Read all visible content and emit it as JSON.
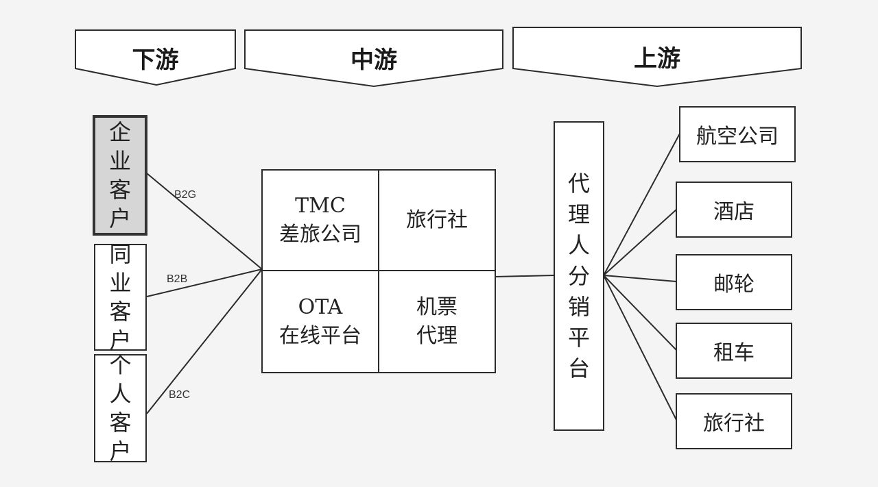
{
  "banners": {
    "downstream": "下游",
    "midstream": "中游",
    "upstream": "上游"
  },
  "downstream_nodes": [
    {
      "label": "企业客户",
      "chars": [
        "企",
        "业",
        "客",
        "户"
      ],
      "highlighted": true
    },
    {
      "label": "同业客户",
      "chars": [
        "同",
        "业",
        "客",
        "户"
      ],
      "highlighted": false
    },
    {
      "label": "个人客户",
      "chars": [
        "个",
        "人",
        "客",
        "户"
      ],
      "highlighted": false
    }
  ],
  "edge_labels": {
    "b2g": "B2G",
    "b2b": "B2B",
    "b2c": "B2C"
  },
  "midstream_grid": {
    "tmc_line1": "TMC",
    "tmc_line2": "差旅公司",
    "travel_agency": "旅行社",
    "ota_line1": "OTA",
    "ota_line2": "在线平台",
    "ticket_line1": "机票",
    "ticket_line2": "代理"
  },
  "distribution_platform": {
    "label": "代理人分销平台",
    "chars": [
      "代",
      "理",
      "人",
      "分",
      "销",
      "平",
      "台"
    ]
  },
  "upstream_nodes": [
    "航空公司",
    "酒店",
    "邮轮",
    "租车",
    "旅行社"
  ],
  "colors": {
    "background": "#f4f4f4",
    "box_fill": "#ffffff",
    "highlight_fill": "#d6d6d6",
    "line": "#2b2b2b"
  }
}
